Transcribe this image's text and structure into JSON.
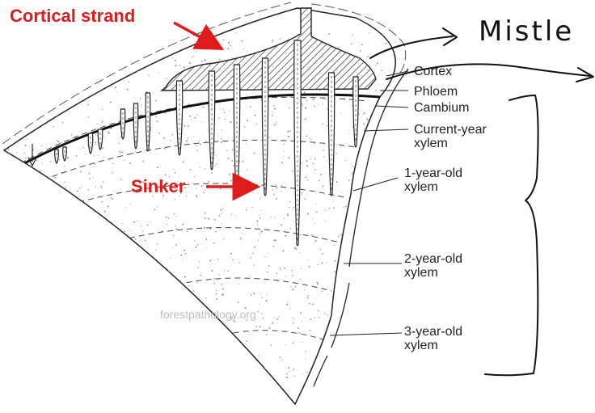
{
  "diagram": {
    "callouts": {
      "cortical_strand": "Cortical strand",
      "sinker": "Sinker"
    },
    "layers": [
      {
        "key": "cortex",
        "lines": [
          "Cortex"
        ]
      },
      {
        "key": "phloem",
        "lines": [
          "Phloem"
        ]
      },
      {
        "key": "cambium",
        "lines": [
          "Cambium"
        ]
      },
      {
        "key": "current_year_xylem",
        "lines": [
          "Current-year",
          "xylem"
        ]
      },
      {
        "key": "one_year_old_xylem",
        "lines": [
          "1-year-old",
          "xylem"
        ]
      },
      {
        "key": "two_year_old_xylem",
        "lines": [
          "2-year-old",
          "xylem"
        ]
      },
      {
        "key": "three_year_old_xylem",
        "lines": [
          "3-year-old",
          "xylem"
        ]
      }
    ],
    "handwritten_note": "Mistle",
    "watermark": "forestpathology.org",
    "colors": {
      "callout_red": "#e01b1b",
      "ink": "#222222",
      "stipple": "#9a9a9a",
      "haustoria_fill": "#ffffff"
    }
  }
}
